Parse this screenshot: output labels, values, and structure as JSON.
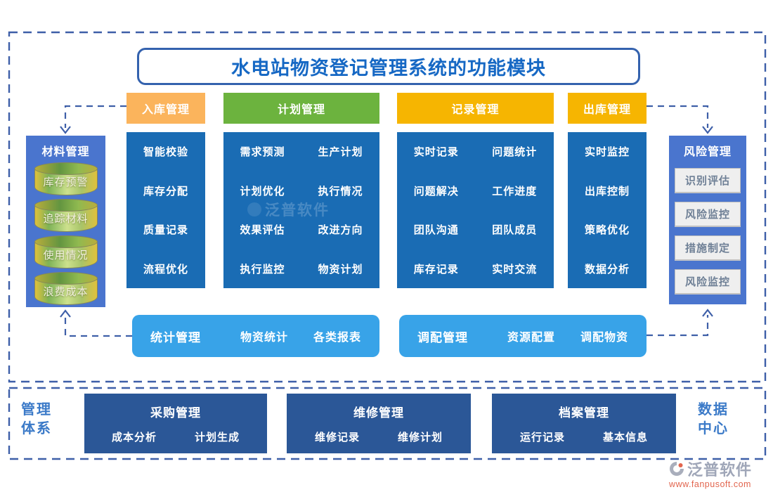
{
  "title": "水电站物资登记管理系统的功能模块",
  "columns": [
    {
      "header": "入库管理",
      "items": [
        "智能校验",
        "库存分配",
        "质量记录",
        "流程优化"
      ]
    },
    {
      "header": "计划管理",
      "items": [
        "需求预测",
        "生产计划",
        "计划优化",
        "执行情况",
        "效果评估",
        "改进方向",
        "执行监控",
        "物资计划"
      ]
    },
    {
      "header": "记录管理",
      "items": [
        "实时记录",
        "问题统计",
        "问题解决",
        "工作进度",
        "团队沟通",
        "团队成员",
        "库存记录",
        "实时交流"
      ]
    },
    {
      "header": "出库管理",
      "items": [
        "实时监控",
        "出库控制",
        "策略优化",
        "数据分析"
      ]
    }
  ],
  "material_panel": {
    "title": "材料管理",
    "items": [
      "库存预警",
      "追踪材料",
      "使用情况",
      "浪费成本"
    ]
  },
  "risk_panel": {
    "title": "风险管理",
    "items": [
      "识别评估",
      "风险监控",
      "措施制定",
      "风险监控"
    ]
  },
  "stat_bar": {
    "title": "统计管理",
    "items": [
      "物资统计",
      "各类报表"
    ]
  },
  "dispatch_bar": {
    "title": "调配管理",
    "items": [
      "资源配置",
      "调配物资"
    ]
  },
  "bottom_section": {
    "left_label": "管理体系",
    "right_label": "数据中心",
    "boxes": [
      {
        "title": "采购管理",
        "items": [
          "成本分析",
          "计划生成"
        ]
      },
      {
        "title": "维修管理",
        "items": [
          "维修记录",
          "维修计划"
        ]
      },
      {
        "title": "档案管理",
        "items": [
          "运行记录",
          "基本信息"
        ]
      }
    ]
  },
  "watermark": "泛普软件",
  "footer": {
    "brand": "泛普软件",
    "url": "www.fanpusoft.com"
  },
  "colors": {
    "header_orange": "#FBB45C",
    "header_green": "#6CB33E",
    "header_gold": "#F6B501",
    "column_blue": "#1A6CB4",
    "panel_blue": "#4A75CE",
    "bar_blue": "#38A3E8",
    "bottom_navy": "#2B5797",
    "dash_blue": "#3E5FA8",
    "title_blue": "#1668C4",
    "risk_button_gray": "#EFEFEF",
    "url_orange": "#E2654E"
  }
}
